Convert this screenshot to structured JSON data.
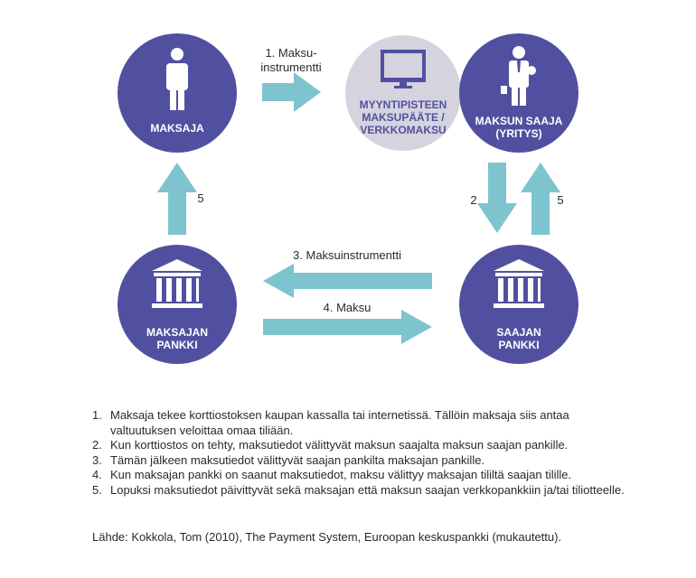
{
  "nodes": {
    "maksaja": "MAKSAJA",
    "terminal_line1": "MYYNTIPISTEEN",
    "terminal_line2": "MAKSUPÄÄTE /",
    "terminal_line3": "VERKKOMAKSU",
    "saaja_line1": "MAKSUN SAAJA",
    "saaja_line2": "(YRITYS)",
    "maksajan_pankki_line1": "MAKSAJAN",
    "maksajan_pankki_line2": "PANKKI",
    "saajan_pankki_line1": "SAAJAN",
    "saajan_pankki_line2": "PANKKI"
  },
  "arrows": {
    "instrument_line1": "1. Maksu-",
    "instrument_line2": "instrumentti",
    "down_2": "2",
    "up_5_right": "5",
    "up_5_left": "5",
    "step3": "3. Maksuinstrumentti",
    "step4": "4. Maksu"
  },
  "steps": [
    {
      "num": "1.",
      "text": "Maksaja tekee korttiostoksen kaupan kassalla tai internetissä. Tällöin maksaja siis antaa valtuutuksen veloittaa omaa tiliään."
    },
    {
      "num": "2.",
      "text": "Kun korttiostos on tehty, maksutiedot välittyvät maksun saajalta maksun saajan pankille."
    },
    {
      "num": "3.",
      "text": "Tämän jälkeen maksutiedot välittyvät saajan pankilta maksajan pankille."
    },
    {
      "num": "4.",
      "text": "Kun maksajan pankki on saanut maksutiedot, maksu välittyy maksajan tililtä saajan tilille."
    },
    {
      "num": "5.",
      "text": "Lopuksi maksutiedot päivittyvät sekä maksajan että maksun saajan verkkopankkiin ja/tai tiliotteelle."
    }
  ],
  "source": "Lähde: Kokkola, Tom (2010), The Payment System, Euroopan keskuspankki (mukautettu).",
  "colors": {
    "circle_purple": "#5150a0",
    "circle_grey": "#d5d3de",
    "arrow_teal": "#7ec4cf",
    "terminal_text": "#5150a0"
  },
  "icons": [
    "person-icon",
    "monitor-icon",
    "businessman-icon",
    "bank-icon"
  ]
}
